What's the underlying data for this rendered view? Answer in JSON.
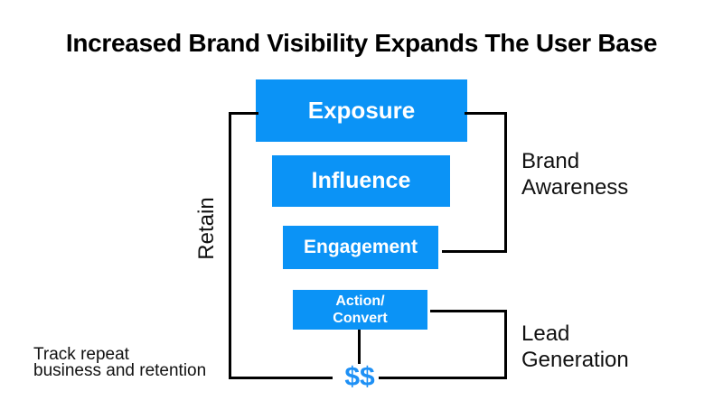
{
  "title": "Increased Brand Visibility Expands The User Base",
  "funnel": {
    "stages": [
      {
        "label": "Exposure"
      },
      {
        "label": "Influence"
      },
      {
        "label": "Engagement"
      },
      {
        "label": "Action/\nConvert"
      }
    ],
    "money_label": "$$"
  },
  "annotations": {
    "brand_awareness": "Brand\nAwareness",
    "lead_generation": "Lead\nGeneration",
    "retain": "Retain",
    "track_note": "Track repeat\nbusiness and retention"
  },
  "colors": {
    "funnel_blue": "#0B93F6",
    "money_blue": "#1E90F5",
    "line_black": "#000000"
  }
}
